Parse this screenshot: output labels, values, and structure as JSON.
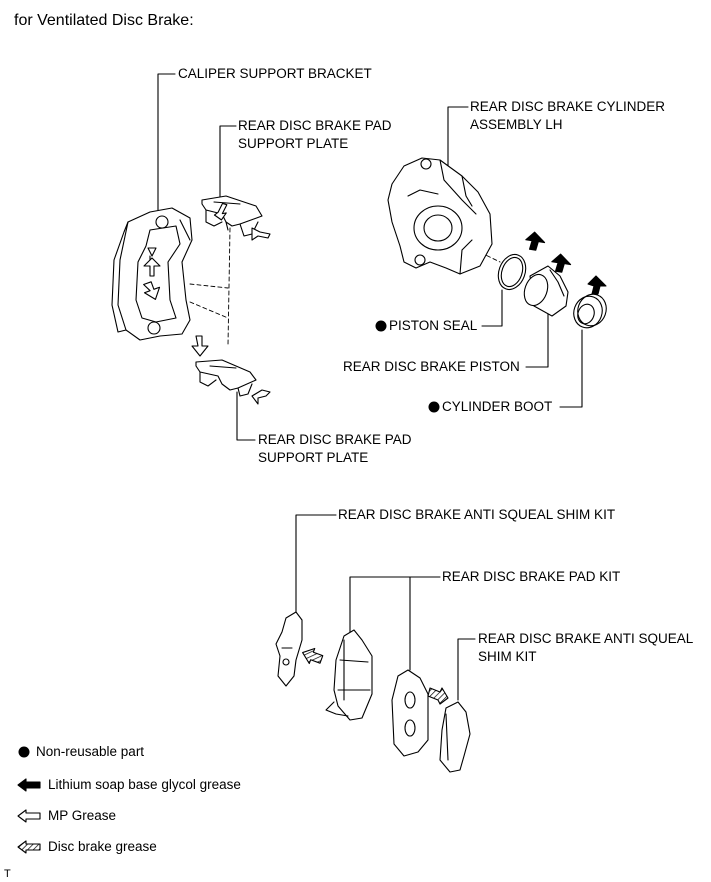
{
  "title": "for Ventilated Disc Brake:",
  "labels": {
    "caliper_support_bracket": "CALIPER SUPPORT BRACKET",
    "pad_support_plate_upper_1": "REAR DISC BRAKE PAD",
    "pad_support_plate_upper_2": "SUPPORT PLATE",
    "cylinder_assembly_1": "REAR DISC BRAKE CYLINDER",
    "cylinder_assembly_2": "ASSEMBLY LH",
    "piston_seal": "PISTON SEAL",
    "brake_piston": "REAR DISC BRAKE PISTON",
    "cylinder_boot": "CYLINDER BOOT",
    "pad_support_plate_lower_1": "REAR DISC BRAKE PAD",
    "pad_support_plate_lower_2": "SUPPORT PLATE",
    "anti_squeal_shim_kit_left": "REAR DISC BRAKE ANTI SQUEAL SHIM KIT",
    "pad_kit": "REAR DISC BRAKE PAD KIT",
    "anti_squeal_shim_kit_right_1": "REAR DISC BRAKE ANTI SQUEAL",
    "anti_squeal_shim_kit_right_2": "SHIM KIT"
  },
  "legend": [
    {
      "icon": "filled-circle-icon",
      "text": "Non-reusable part"
    },
    {
      "icon": "solid-arrow-icon",
      "text": "Lithium soap base glycol grease"
    },
    {
      "icon": "outline-arrow-icon",
      "text": "MP Grease"
    },
    {
      "icon": "hatched-arrow-icon",
      "text": "Disc brake grease"
    }
  ],
  "corner_mark": "T",
  "colors": {
    "line": "#000000",
    "background": "#ffffff"
  }
}
